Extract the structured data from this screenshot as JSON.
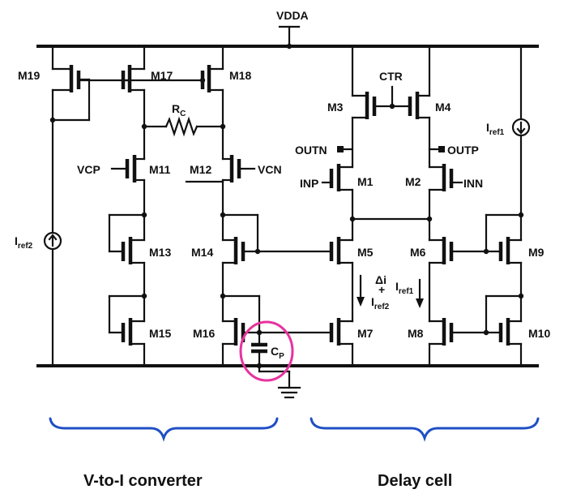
{
  "supply": {
    "vdd": "VDDA"
  },
  "labels": {
    "ctr": "CTR",
    "outn": "OUTN",
    "outp": "OUTP",
    "inp": "INP",
    "inn": "INN",
    "vcp": "VCP",
    "vcn": "VCN"
  },
  "resistor": {
    "base": "R",
    "sub": "C"
  },
  "capacitor": {
    "base": "C",
    "sub": "P"
  },
  "sources": {
    "iref1": {
      "base": "I",
      "sub": "ref1"
    },
    "iref2": {
      "base": "I",
      "sub": "ref2"
    }
  },
  "current_labels": {
    "delta_i": "Δi",
    "plus": "+",
    "iref2_base": "I",
    "iref2_sub": "ref2",
    "iref1_base": "I",
    "iref1_sub": "ref1"
  },
  "transistors": {
    "m1": "M1",
    "m2": "M2",
    "m3": "M3",
    "m4": "M4",
    "m5": "M5",
    "m6": "M6",
    "m7": "M7",
    "m8": "M8",
    "m9": "M9",
    "m10": "M10",
    "m11": "M11",
    "m12": "M12",
    "m13": "M13",
    "m14": "M14",
    "m15": "M15",
    "m16": "M16",
    "m17": "M17",
    "m18": "M18",
    "m19": "M19"
  },
  "sections": {
    "left": "V-to-I converter",
    "right": "Delay cell"
  },
  "colors": {
    "highlight": "#e8329e",
    "brace": "#1f4fc4",
    "ink": "#111111"
  }
}
